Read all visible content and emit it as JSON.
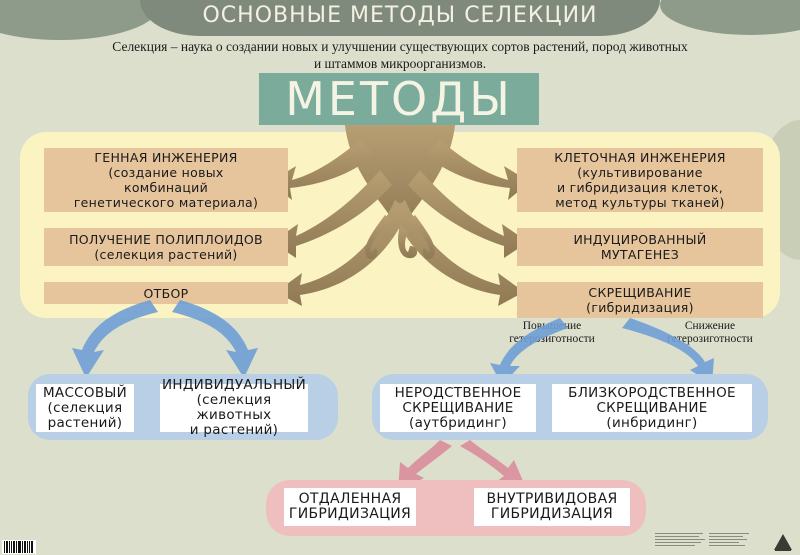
{
  "title": "ОСНОВНЫЕ МЕТОДЫ СЕЛЕКЦИИ",
  "intro": {
    "line1": "Селекция – наука о создании новых и улучшении существующих сортов растений, пород животных",
    "line2": "и штаммов микроорганизмов."
  },
  "methods_label": "МЕТОДЫ",
  "left_methods": [
    {
      "lines": [
        "ГЕННАЯ ИНЖЕНЕРИЯ",
        "(создание новых",
        "комбинаций",
        "генетического материала)"
      ]
    },
    {
      "lines": [
        "ПОЛУЧЕНИЕ ПОЛИПЛОИДОВ",
        "(селекция растений)"
      ]
    },
    {
      "lines": [
        "ОТБОР"
      ]
    }
  ],
  "right_methods": [
    {
      "lines": [
        "КЛЕТОЧНАЯ ИНЖЕНЕРИЯ",
        "(культивирование",
        "и гибридизация клеток,",
        "метод культуры тканей)"
      ]
    },
    {
      "lines": [
        "ИНДУЦИРОВАННЫЙ",
        "МУТАГЕНЕЗ"
      ]
    },
    {
      "lines": [
        "СКРЕЩИВАНИЕ",
        "(гибридизация)"
      ]
    }
  ],
  "selection_types": [
    {
      "lines": [
        "МАССОВЫЙ",
        "(селекция",
        "растений)"
      ]
    },
    {
      "lines": [
        "ИНДИВИДУАЛЬНЫЙ",
        "(селекция животных",
        "и растений)"
      ]
    }
  ],
  "crossing_notes": {
    "left": [
      "Повышение",
      "гетерозиготности"
    ],
    "right": [
      "Снижение",
      "гетерозиготности"
    ]
  },
  "crossing_types": [
    {
      "lines": [
        "НЕРОДСТВЕННОЕ",
        "СКРЕЩИВАНИЕ",
        "(аутбридинг)"
      ]
    },
    {
      "lines": [
        "БЛИЗКОРОДСТВЕННОЕ",
        "СКРЕЩИВАНИЕ",
        "(инбридинг)"
      ]
    }
  ],
  "hybridization_types": [
    {
      "lines": [
        "ОТДАЛЕННАЯ",
        "ГИБРИДИЗАЦИЯ"
      ]
    },
    {
      "lines": [
        "ВНУТРИВИДОВАЯ",
        "ГИБРИДИЗАЦИЯ"
      ]
    }
  ],
  "colors": {
    "background": "#dcdfcc",
    "banner": "#7f8a7d",
    "methods_box": "#7aab9b",
    "tan_box": "#e6c59c",
    "yellow_zone": "#fbf3c2",
    "blue_zone": "#b9cfe6",
    "pink_zone": "#efbfbf",
    "arrow_brown": "#a08a62",
    "arrow_blue": "#6f9fd6",
    "arrow_pink": "#d98a9a"
  }
}
